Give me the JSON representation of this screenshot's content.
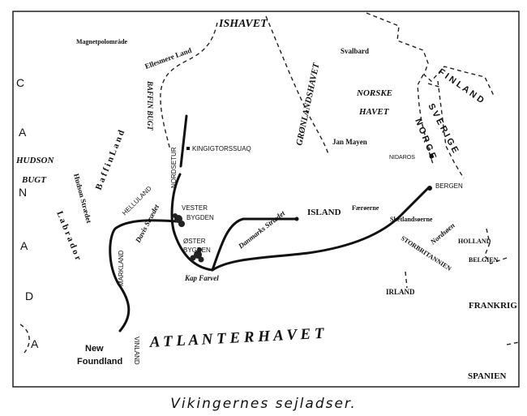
{
  "map": {
    "caption": "Vikingernes sejladser.",
    "oceans": {
      "ishavet": "ISHAVET",
      "gronlandshavet": "GRØNLANDSHAVET",
      "norske": "NORSKE",
      "havet": "HAVET",
      "atlanterhavet": "A T L A N T E R H A V E T",
      "hudson": "HUDSON",
      "bugt": "BUGT",
      "baffin_bugt": "BAFFIN BUGT",
      "nordsoen": "Nordsøen"
    },
    "straits": {
      "hudson_straedet": "Hudson Strædet",
      "davis_straedet": "Davis Strædet",
      "danmarks_straedet": "Danmarks Strædet"
    },
    "regions": {
      "magnetpolomraade": "Magnetpolområde",
      "ellesmere": "Ellesmere Land",
      "baffin_land": "B a f f i n  L a n d",
      "labrador": "L a b r a d o r",
      "canada": [
        "C",
        "A",
        "N",
        "A",
        "D",
        "A"
      ],
      "nordsetur": "NORDSETUR",
      "helluland": "HELLULAND",
      "markland": "MARKLAND",
      "vinland": "VINLAND",
      "new": "New",
      "foundland": "Foundland",
      "svalbard": "Svalbard",
      "jan_mayen": "Jan Mayen",
      "island": "ISLAND",
      "faeroerne": "Færøerne",
      "shetland": "Shetlandsøerne",
      "finland": "F I N L A N D",
      "sverige": "S V E R I G E",
      "norge": "N O R G E",
      "storbritannien": "STORBRITANNIEN",
      "irland": "IRLAND",
      "holland": "HOLLAND",
      "belgien": "BELGIEN",
      "frankrig": "FRANKRIG",
      "spanien": "SPANIEN"
    },
    "places": {
      "kingigtorssuaq": "KINGIGTORSSUAQ",
      "vester": "VESTER",
      "vester_bygden": "BYGDEN",
      "oster": "ØSTER",
      "oster_bygden": "BYGDEN",
      "kap_farvel": "Kap Farvel",
      "nidaros": "NIDAROS",
      "bergen": "BERGEN"
    }
  }
}
